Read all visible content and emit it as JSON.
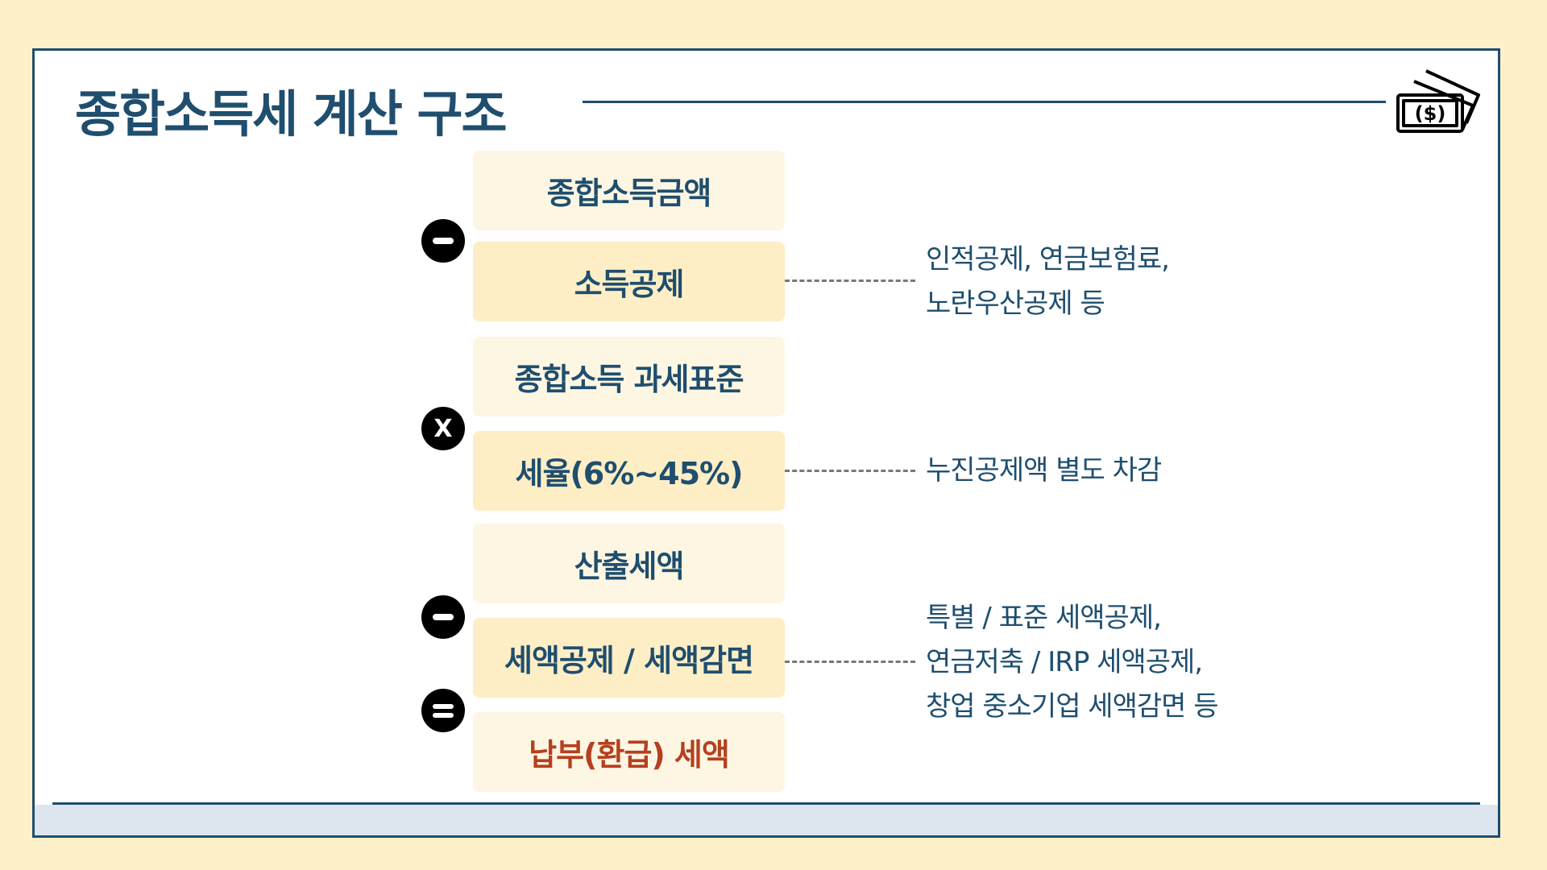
{
  "title": "종합소득세 계산 구조",
  "icon": "money-bills-icon",
  "steps": [
    {
      "label": "종합소득금액",
      "op": ""
    },
    {
      "label": "소득공제",
      "op": "minus"
    },
    {
      "label": "종합소득 과세표준",
      "op": ""
    },
    {
      "label": "세율(6%~45%)",
      "op": "multiply",
      "op_text": "X"
    },
    {
      "label": "산출세액",
      "op": ""
    },
    {
      "label": "세액공제 / 세액감면",
      "op": "minus"
    },
    {
      "label": "납부(환급) 세액",
      "op": "equals"
    }
  ],
  "notes": {
    "deduction": [
      "인적공제, 연금보험료,",
      "노란우산공제 등"
    ],
    "rate": [
      "누진공제액 별도 차감"
    ],
    "credit": [
      "특별 / 표준 세액공제,",
      "연금저축 / IRP 세액공제,",
      "창업 중소기업 세액감면 등"
    ]
  },
  "colors": {
    "primary": "#1f4e6e",
    "result": "#b5401f",
    "background": "#fef0c9"
  }
}
